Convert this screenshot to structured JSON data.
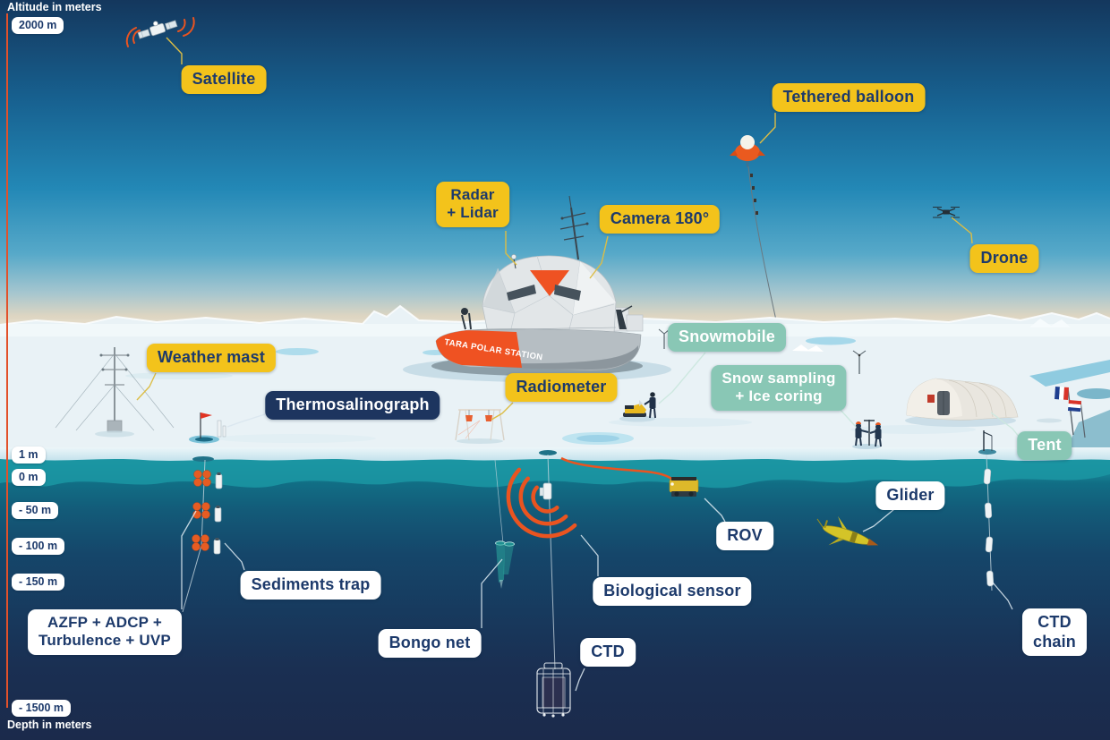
{
  "axis": {
    "altitude_title": "Altitude in meters",
    "depth_title": "Depth in meters",
    "marks": {
      "alt2000": "2000 m",
      "d1": "1 m",
      "d0": "0 m",
      "d50": "- 50 m",
      "d100": "- 100 m",
      "d150": "- 150 m",
      "d1500": "- 1500 m"
    }
  },
  "labels": {
    "satellite": "Satellite",
    "radar_lidar": "Radar\n+ Lidar",
    "camera": "Camera 180°",
    "tethered_balloon": "Tethered balloon",
    "drone": "Drone",
    "weather_mast": "Weather mast",
    "thermosalinograph": "Thermosalinograph",
    "radiometer": "Radiometer",
    "snowmobile": "Snowmobile",
    "snow_sampling": "Snow sampling\n+ Ice coring",
    "tent": "Tent",
    "glider": "Glider",
    "rov": "ROV",
    "biological_sensor": "Biological sensor",
    "sediments_trap": "Sediments trap",
    "azfp": "AZFP + ADCP +\nTurbulence + UVP",
    "bongo_net": "Bongo net",
    "ctd": "CTD",
    "ctd_chain": "CTD chain"
  },
  "ship": {
    "name": "TARA POLAR STATION"
  },
  "colors": {
    "label_yellow": "#f3c31b",
    "label_teal": "#89c7b5",
    "label_navy": "#1d355f",
    "label_white": "#ffffff",
    "text_navy": "#1d3a6b",
    "accent_orange": "#ea5420",
    "axis_line": "#e2512a",
    "water_teal": "#1b95a2",
    "sky_top": "#14375d"
  }
}
